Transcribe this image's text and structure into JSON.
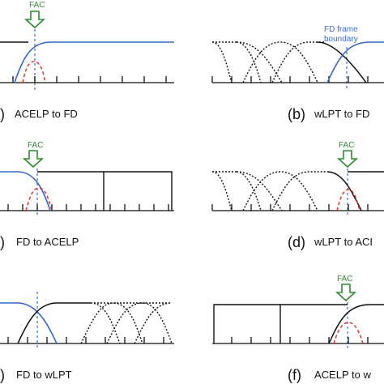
{
  "colors": {
    "blue": "#3366cc",
    "black": "#111111",
    "red": "#e0302a",
    "green": "#2e8b2e",
    "boundary": "#3b6fd6"
  },
  "labels": {
    "fac": "FAC",
    "fd_boundary_line1": "FD frame",
    "fd_boundary_line2": "boundary"
  },
  "panels": [
    {
      "id": "a",
      "letter": ")",
      "caption": "ACELP to FD"
    },
    {
      "id": "b",
      "letter": "(b)",
      "caption": "wLPT to FD"
    },
    {
      "id": "c",
      "letter": ")",
      "caption": "FD to ACELP"
    },
    {
      "id": "d",
      "letter": "(d)",
      "caption": "wLPT to ACI"
    },
    {
      "id": "e",
      "letter": ")",
      "caption": "FD to wLPT"
    },
    {
      "id": "f",
      "letter": "(f)",
      "caption": "ACELP to w"
    }
  ]
}
